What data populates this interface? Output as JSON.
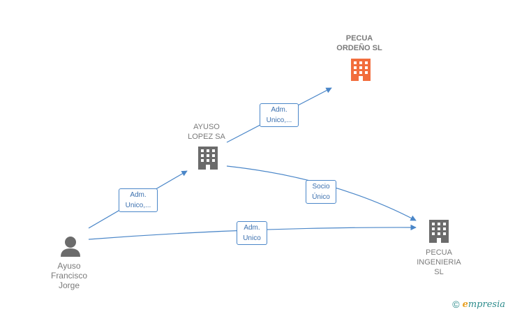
{
  "nodes": {
    "pecua_ordeno": {
      "line1": "PECUA",
      "line2": "ORDEÑO  SL",
      "color": "#f26d3d"
    },
    "ayuso_lopez": {
      "line1": "AYUSO",
      "line2": "LOPEZ SA",
      "color": "#6b6b6b"
    },
    "pecua_ingenieria": {
      "line1": "PECUA",
      "line2": "INGENIERIA",
      "line3": "SL",
      "color": "#6b6b6b"
    },
    "person": {
      "line1": "Ayuso",
      "line2": "Francisco",
      "line3": "Jorge",
      "color": "#6b6b6b"
    }
  },
  "edges": {
    "person_to_ayuso": {
      "line1": "Adm.",
      "line2": "Unico,..."
    },
    "ayuso_to_ordeno": {
      "line1": "Adm.",
      "line2": "Unico,..."
    },
    "ayuso_to_ingenieria": {
      "line1": "Socio",
      "line2": "Único"
    },
    "person_to_ingenieria": {
      "line1": "Adm.",
      "line2": "Unico"
    }
  },
  "colors": {
    "edge": "#4a86c8",
    "brand": "#2d8c8c",
    "brand_accent": "#e8a020"
  },
  "footer": {
    "copyright": "©",
    "brand_initial": "e",
    "brand_rest": "mpresia"
  }
}
